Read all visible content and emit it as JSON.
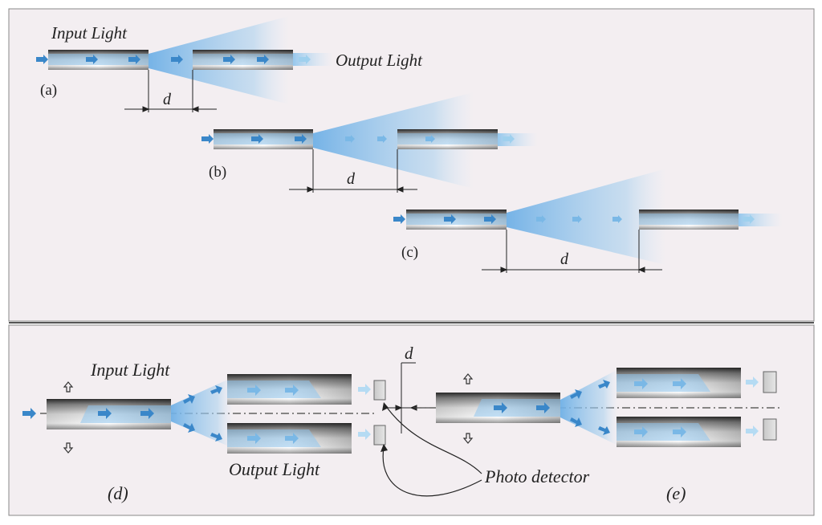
{
  "top_panel": {
    "input_label": "Input Light",
    "output_label": "Output Light",
    "label_a": "(a)",
    "label_b": "(b)",
    "label_c": "(c)",
    "gap_a": "d",
    "gap_b": "d",
    "gap_c": "d"
  },
  "bottom_panel": {
    "input_label": "Input Light",
    "output_label": "Output Light",
    "gap_label": "d",
    "detector_label": "Photo detector",
    "label_d": "(d)",
    "label_e": "(e)"
  },
  "colors": {
    "panel_bg": "#f3eef1",
    "border": "#555555",
    "arrow": "#3a87c9",
    "arrow_light": "#9fd0ee",
    "light_beam": "#a6cfee",
    "fiber_dark": "#3a3a3a",
    "fiber_light": "#f4f4f4"
  }
}
